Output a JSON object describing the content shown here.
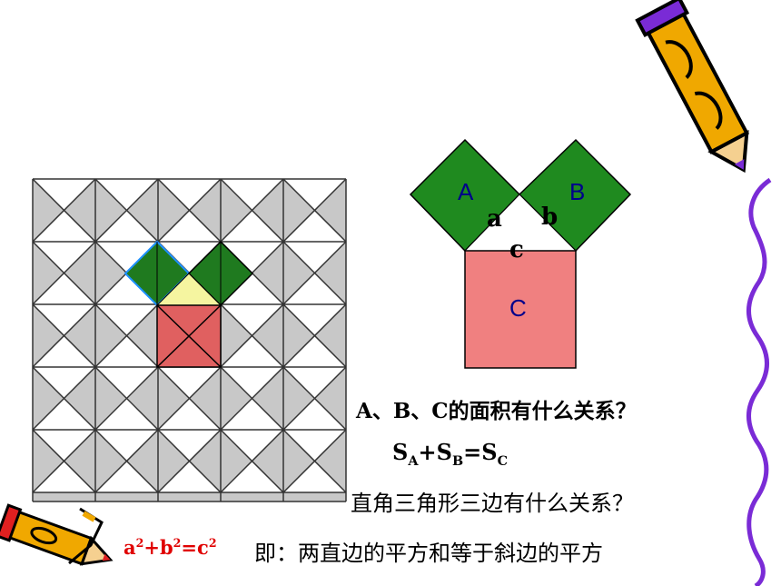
{
  "diagram": {
    "label_A": "A",
    "label_B": "B",
    "label_C": "C",
    "side_a": "a",
    "side_b": "b",
    "side_c": "c"
  },
  "text": {
    "question1": "A、B、C的面积有什么关系？",
    "area_S": "S",
    "area_sub_A": "A",
    "area_plus": "+S",
    "area_sub_B": "B",
    "area_eq": "=S",
    "area_sub_C": "C",
    "question2": "直角三角形三边有什么关系？",
    "formula_a": "a",
    "formula_sup1": "2",
    "formula_plus": "+b",
    "formula_sup2": "2",
    "formula_eq": "=c",
    "formula_sup3": "2",
    "conclusion": "即：两直边的平方和等于斜边的平方"
  },
  "colors": {
    "green": "#1f8a1f",
    "pink": "#f08080",
    "grid_gray": "#c8c8c8",
    "formula_red": "#e00000",
    "label_blue": "#00008b"
  }
}
